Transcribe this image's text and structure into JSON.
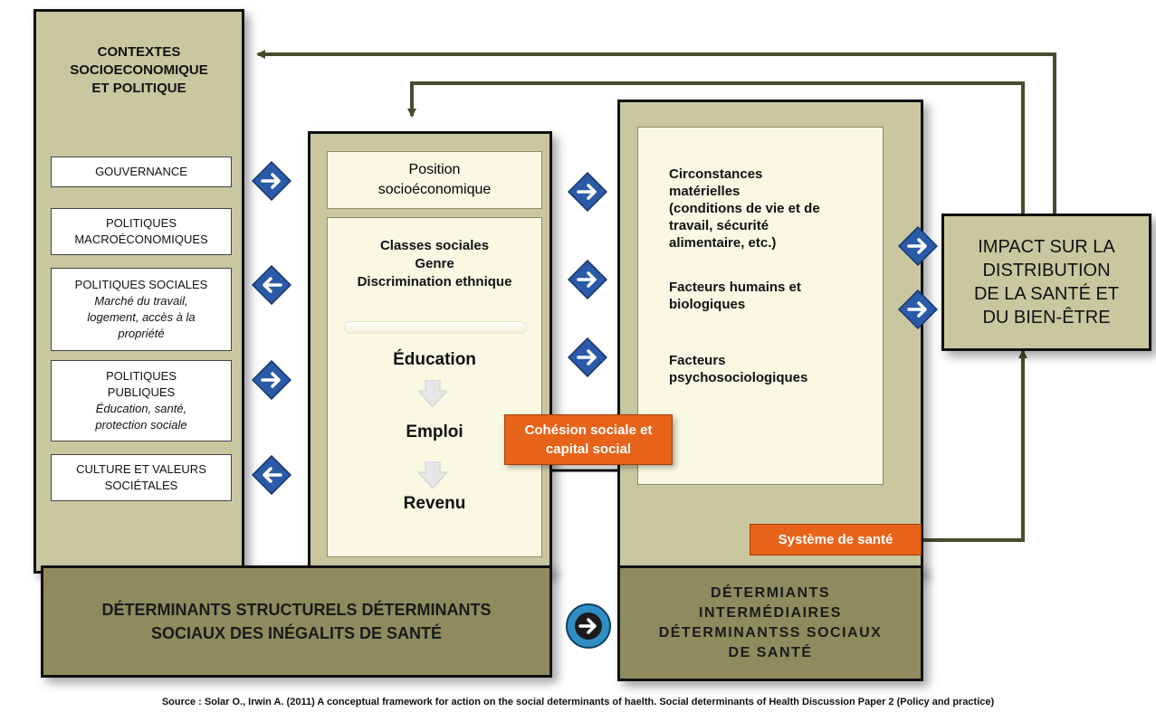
{
  "structural": {
    "title_lines": [
      "CONTEXTES",
      "SOCIOECONOMIQUE",
      "ET POLITIQUE"
    ],
    "governance": "GOUVERNANCE",
    "macro_lines": [
      "POLITIQUES",
      "MACROÉCONOMIQUES"
    ],
    "social_title": "POLITIQUES SOCIALES",
    "social_lines": [
      "Marché du travail,",
      "logement, accès à la",
      "propriété"
    ],
    "public_lines": [
      "POLITIQUES",
      "PUBLIQUES"
    ],
    "public_sub": [
      "Éducation, santé,",
      "protection sociale"
    ],
    "culture_lines": [
      "CULTURE ET VALEURS",
      "SOCIÉTALES"
    ],
    "bottom_lines": [
      "DÉTERMINANTS STRUCTURELS DÉTERMINANTS",
      "SOCIAUX DES INÉGALITS DE SANTÉ"
    ]
  },
  "position": {
    "header_lines": [
      "Position",
      "socioéconomique"
    ],
    "classes": [
      "Classes sociales",
      "Genre",
      "Discrimination ethnique"
    ],
    "education": "Éducation",
    "emploi": "Emploi",
    "revenu": "Revenu"
  },
  "cohesion_lines": [
    "Cohésion sociale et",
    "capital social"
  ],
  "intermediary": {
    "circ_lines": [
      "Circonstances",
      "matérielles",
      "(conditions de vie et de",
      "travail, sécurité",
      "alimentaire, etc.)"
    ],
    "human_lines": [
      "Facteurs humains et",
      "biologiques"
    ],
    "psycho_lines": [
      "Facteurs",
      "psychosociologiques"
    ],
    "health_system": "Système de santé",
    "bottom_lines": [
      "DÉTERMIANTS",
      "INTERMÉDIAIRES",
      "DÉTERMINANTSS SOCIAUX",
      "DE SANTÉ"
    ]
  },
  "impact_lines": [
    "IMPACT SUR LA",
    "DISTRIBUTION",
    "DE LA SANTÉ ET",
    "DU BIEN-ÊTRE"
  ],
  "source": "Source : Solar O., Irwin A. (2011) A conceptual framework for action on the social determinants of haelth. Social determinants of Health Discussion Paper 2 (Policy and practice)",
  "colors": {
    "pillar": "#c9c7a0",
    "dark_bar": "#8e8b5f",
    "orange": "#e8631a",
    "arrow_line": "#4a4a2e",
    "diamond_blue": "#2a5aa8"
  },
  "icons": [
    "arrow-right-diamond-icon",
    "arrow-left-diamond-icon",
    "arrow-right-circle-icon",
    "arrow-down-icon"
  ]
}
